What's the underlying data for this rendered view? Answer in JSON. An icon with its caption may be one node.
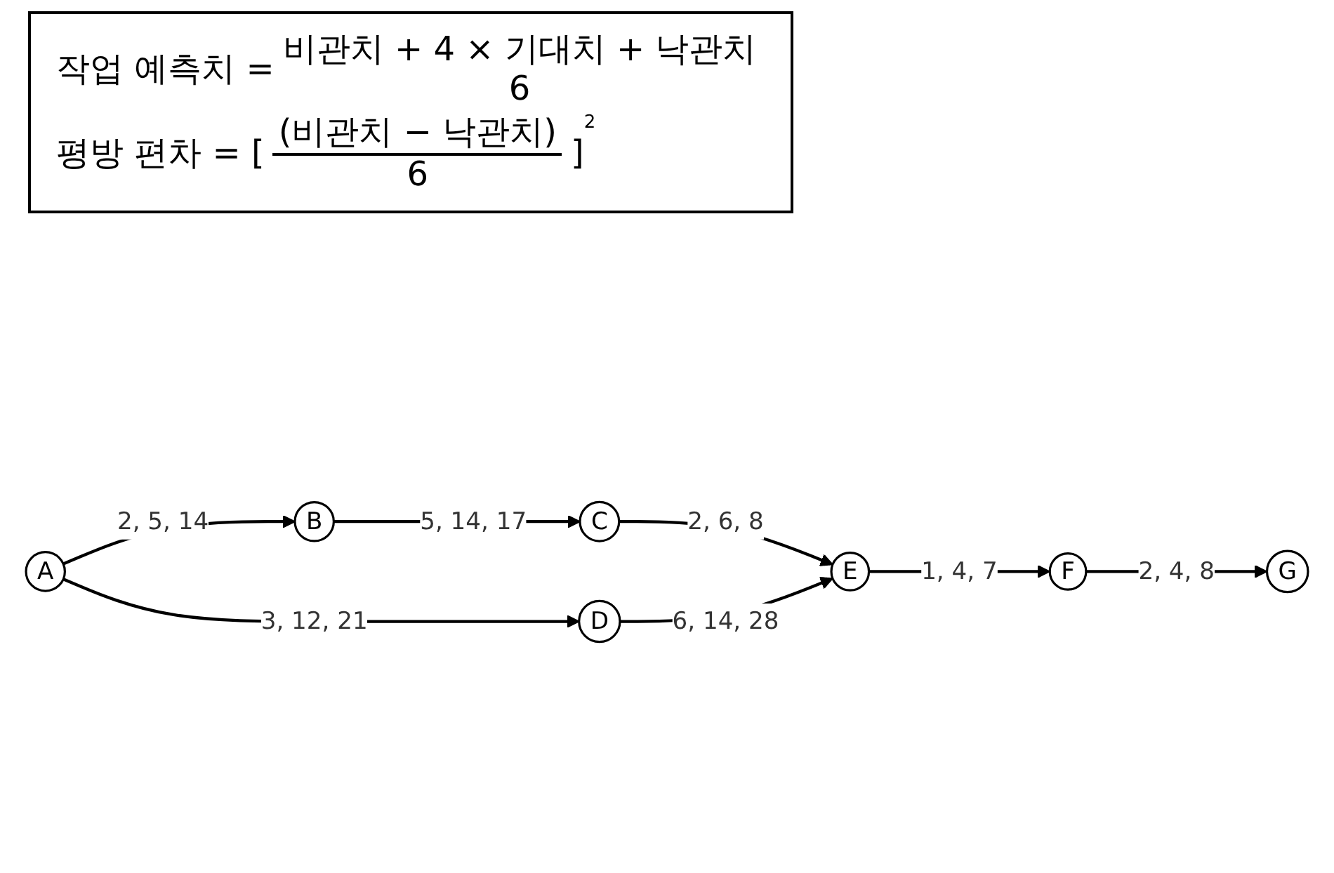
{
  "diagram": {
    "nodes": [
      {
        "text": [
          "A"
        ]
      },
      {
        "text": [
          "B"
        ]
      },
      {
        "text": [
          "C"
        ]
      },
      {
        "text": [
          "D"
        ]
      },
      {
        "text": [
          "E"
        ]
      },
      {
        "text": [
          "F"
        ]
      },
      {
        "text": [
          "G"
        ]
      }
    ],
    "edges": [
      {
        "from": 0,
        "to": 1,
        "arrow": "to",
        "label": "2, 5, 14"
      },
      {
        "from": 1,
        "to": 2,
        "arrow": "to",
        "label": "5, 14, 17"
      },
      {
        "from": 2,
        "to": 4,
        "arrow": "to",
        "label": "2, 6, 8"
      },
      {
        "from": 0,
        "to": 3,
        "arrow": "to",
        "label": "3, 12, 21"
      },
      {
        "from": 3,
        "to": 4,
        "arrow": "to",
        "label": "6, 14, 28"
      },
      {
        "from": 4,
        "to": 5,
        "arrow": "to",
        "label": "1, 4, 7"
      },
      {
        "from": 5,
        "to": 6,
        "arrow": "to",
        "label": "2, 4, 8"
      }
    ],
    "labels": [
      "작업 예측치 =",
      "비관치 + 4 × 기대치 + 낙관치",
      "6",
      "평방 편차 = [",
      "(비관치 − 낙관치)",
      "6",
      "]",
      "2"
    ]
  }
}
